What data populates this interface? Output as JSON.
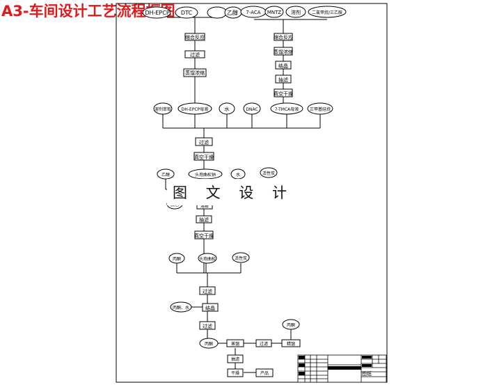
{
  "title": "A3-车间设计工艺流程框图",
  "watermark": "图 文 设 计",
  "colors": {
    "title": "#e0191b",
    "line": "#000000"
  },
  "nodes": {
    "top_left_inputs": [
      "DH-EPCP",
      "DTC",
      "乙醇"
    ],
    "top_right_inputs": [
      "7-ACA",
      "MNTZ",
      "溶剂",
      "二氯甲烷/三乙胺"
    ],
    "left_chain": [
      "缩合反应",
      "过滤",
      "蒸馏浓缩"
    ],
    "right_chain": [
      "缩合反应",
      "蒸馏浓缩",
      "结晶",
      "抽滤",
      "真空干燥"
    ],
    "mid_inputs": [
      "溶剂萃取",
      "DH-EPCP母液",
      "水",
      "DNAC",
      "7-TMCA母液",
      "三甲基硅烷"
    ],
    "mid_chain": [
      "过滤",
      "真空干燥"
    ],
    "row2_inputs": [
      "乙醇",
      "头孢曲松钠",
      "水",
      "活性炭"
    ],
    "row3_inputs": [
      "脱色",
      "溶解"
    ],
    "mid_chain2": [
      "抽滤",
      "真空干燥"
    ],
    "row4_inputs": [
      "丙酮",
      "头孢曲松",
      "活性炭"
    ],
    "bottom_chain": [
      "过滤",
      "结晶",
      "过滤"
    ],
    "bottom_side_input": "丙酮、水",
    "bottom_loop": [
      "丙酮",
      "蒸馏",
      "过滤",
      "精馏"
    ],
    "bottom_loop_top": "丙酮",
    "final_chain": [
      "抽滤",
      "干燥",
      "产品"
    ]
  },
  "title_block": {
    "label": "图纸"
  }
}
